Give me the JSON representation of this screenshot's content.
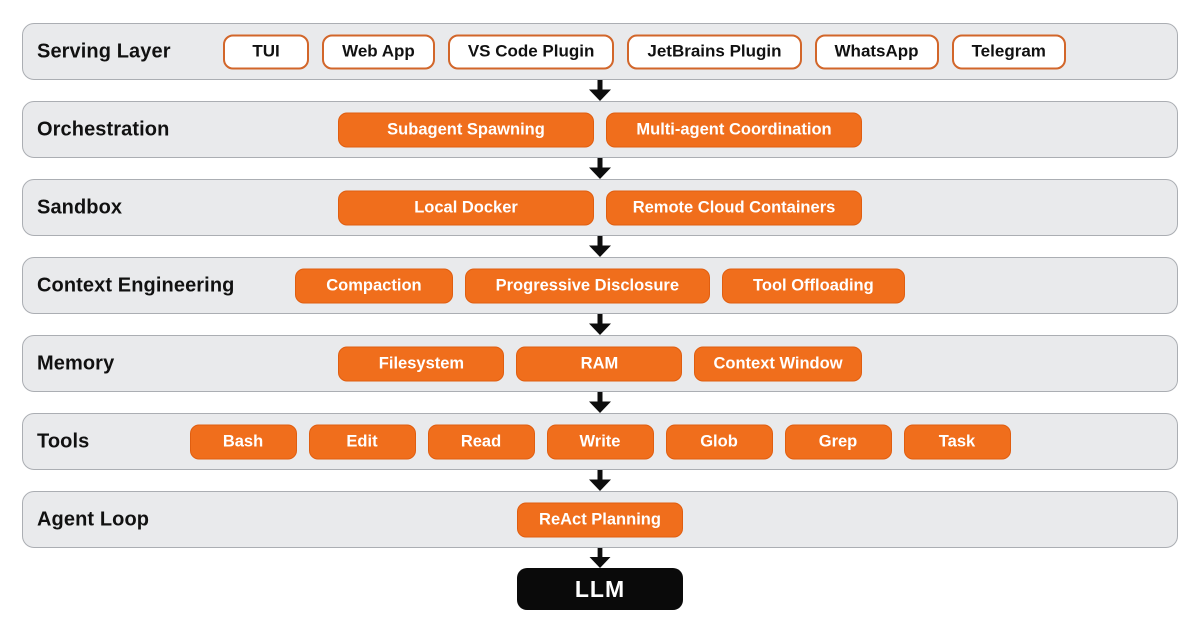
{
  "diagram": {
    "layers": [
      {
        "id": "serving-layer",
        "label": "Serving Layer",
        "chip_style": "outline",
        "items": [
          "TUI",
          "Web App",
          "VS Code Plugin",
          "JetBrains Plugin",
          "WhatsApp",
          "Telegram"
        ]
      },
      {
        "id": "orchestration",
        "label": "Orchestration",
        "chip_style": "fill",
        "items": [
          "Subagent Spawning",
          "Multi-agent Coordination"
        ]
      },
      {
        "id": "sandbox",
        "label": "Sandbox",
        "chip_style": "fill",
        "items": [
          "Local Docker",
          "Remote Cloud Containers"
        ]
      },
      {
        "id": "context-engineering",
        "label": "Context Engineering",
        "chip_style": "fill",
        "items": [
          "Compaction",
          "Progressive Disclosure",
          "Tool Offloading"
        ]
      },
      {
        "id": "memory",
        "label": "Memory",
        "chip_style": "fill",
        "items": [
          "Filesystem",
          "RAM",
          "Context Window"
        ]
      },
      {
        "id": "tools",
        "label": "Tools",
        "chip_style": "fill",
        "items": [
          "Bash",
          "Edit",
          "Read",
          "Write",
          "Glob",
          "Grep",
          "Task"
        ]
      },
      {
        "id": "agent-loop",
        "label": "Agent Loop",
        "chip_style": "fill",
        "items": [
          "ReAct Planning"
        ]
      }
    ],
    "terminal": {
      "label": "LLM"
    },
    "colors": {
      "accent": "#f06e1c",
      "accent_border": "#e05e10",
      "outline_border": "#d2662a",
      "panel_bg": "#e9eaec",
      "panel_border": "#abaeb3",
      "terminal_bg": "#0a0a0a",
      "arrow": "#0d0d0d"
    }
  }
}
